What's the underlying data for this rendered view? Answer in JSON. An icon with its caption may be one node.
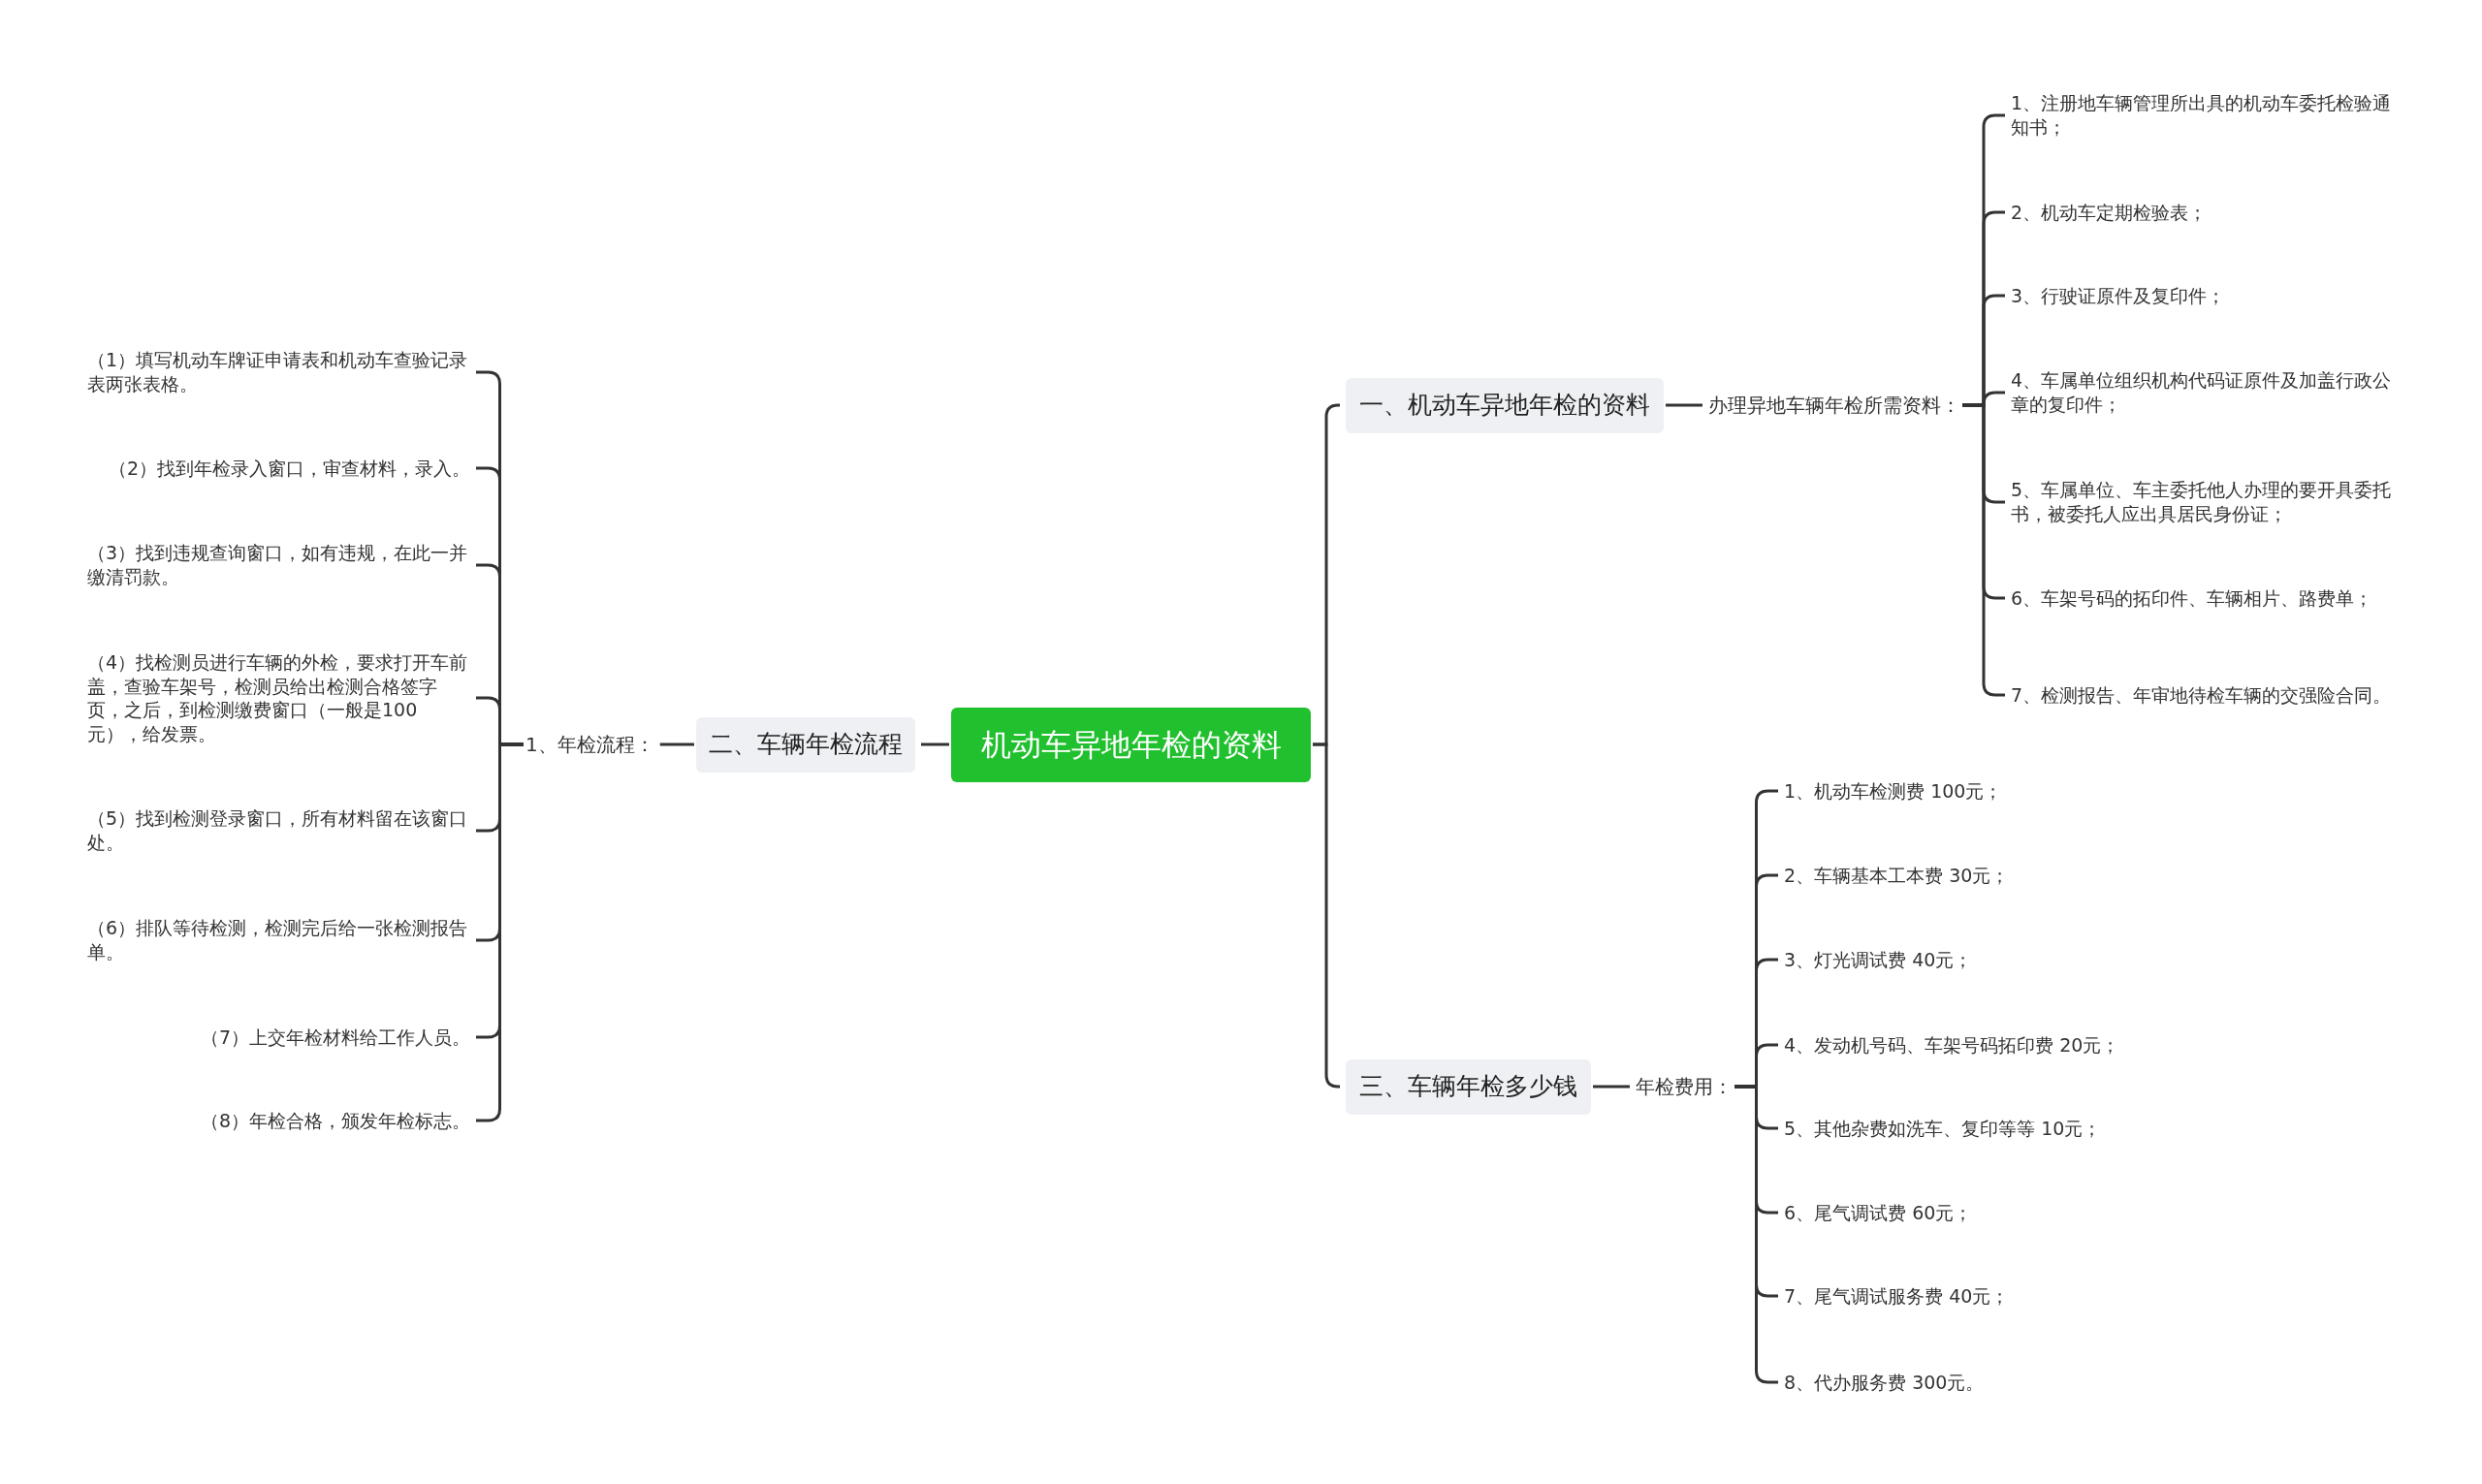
{
  "diagram": {
    "nodes": [
      {
        "text": [
          "机动车异地年检的资料"
        ]
      },
      {
        "text": [
          "一、机动车异地年检的资料"
        ]
      },
      {
        "text": [
          "办理异地车辆年检所需资料："
        ]
      },
      {
        "text": [
          "1、注册地车辆管理所出具的机动车委托检验通知书；"
        ]
      },
      {
        "text": [
          "2、机动车定期检验表；"
        ]
      },
      {
        "text": [
          "3、行驶证原件及复印件；"
        ]
      },
      {
        "text": [
          "4、车属单位组织机构代码证原件及加盖行政公章的复印件；"
        ]
      },
      {
        "text": [
          "5、车属单位、车主委托他人办理的要开具委托书，被委托人应出具居民身份证；"
        ]
      },
      {
        "text": [
          "6、车架号码的拓印件、车辆相片、路费单；"
        ]
      },
      {
        "text": [
          "7、检测报告、年审地待检车辆的交强险合同。"
        ]
      },
      {
        "text": [
          "三、车辆年检多少钱"
        ]
      },
      {
        "text": [
          "年检费用："
        ]
      },
      {
        "text": [
          "1、机动车检测费 100元；"
        ]
      },
      {
        "text": [
          "2、车辆基本工本费 30元；"
        ]
      },
      {
        "text": [
          "3、灯光调试费 40元；"
        ]
      },
      {
        "text": [
          "4、发动机号码、车架号码拓印费 20元；"
        ]
      },
      {
        "text": [
          "5、其他杂费如洗车、复印等等 10元；"
        ]
      },
      {
        "text": [
          "6、尾气调试费 60元；"
        ]
      },
      {
        "text": [
          "7、尾气调试服务费 40元；"
        ]
      },
      {
        "text": [
          "8、代办服务费 300元。"
        ]
      },
      {
        "text": [
          "二、车辆年检流程"
        ]
      },
      {
        "text": [
          "1、年检流程："
        ]
      },
      {
        "text": [
          "（1）填写机动车牌证申请表和机动车查验记录表两张表格。"
        ]
      },
      {
        "text": [
          "（2）找到年检录入窗口，审查材料，录入。"
        ]
      },
      {
        "text": [
          "（3）找到违规查询窗口，如有违规，在此一并缴清罚款。"
        ]
      },
      {
        "text": [
          "（4）找检测员进行车辆的外检，要求打开车前盖，查验车架号，检测员给出检测合格签字页，之后，到检测缴费窗口（一般是100元），给发票。"
        ]
      },
      {
        "text": [
          "（5）找到检测登录窗口，所有材料留在该窗口处。"
        ]
      },
      {
        "text": [
          "（6）排队等待检测，检测完后给一张检测报告单。"
        ]
      },
      {
        "text": [
          "（7）上交年检材料给工作人员。"
        ]
      },
      {
        "text": [
          "（8）年检合格，颁发年检标志。"
        ]
      }
    ],
    "edges": [
      {
        "from": 0,
        "to": 1,
        "arrow": "none"
      },
      {
        "from": 1,
        "to": 2,
        "arrow": "none"
      },
      {
        "from": 2,
        "to": 3,
        "arrow": "none"
      },
      {
        "from": 2,
        "to": 4,
        "arrow": "none"
      },
      {
        "from": 2,
        "to": 5,
        "arrow": "none"
      },
      {
        "from": 2,
        "to": 6,
        "arrow": "none"
      },
      {
        "from": 2,
        "to": 7,
        "arrow": "none"
      },
      {
        "from": 2,
        "to": 8,
        "arrow": "none"
      },
      {
        "from": 2,
        "to": 9,
        "arrow": "none"
      },
      {
        "from": 0,
        "to": 10,
        "arrow": "none"
      },
      {
        "from": 10,
        "to": 11,
        "arrow": "none"
      },
      {
        "from": 11,
        "to": 12,
        "arrow": "none"
      },
      {
        "from": 11,
        "to": 13,
        "arrow": "none"
      },
      {
        "from": 11,
        "to": 14,
        "arrow": "none"
      },
      {
        "from": 11,
        "to": 15,
        "arrow": "none"
      },
      {
        "from": 11,
        "to": 16,
        "arrow": "none"
      },
      {
        "from": 11,
        "to": 17,
        "arrow": "none"
      },
      {
        "from": 11,
        "to": 18,
        "arrow": "none"
      },
      {
        "from": 11,
        "to": 19,
        "arrow": "none"
      },
      {
        "from": 0,
        "to": 20,
        "arrow": "none"
      },
      {
        "from": 20,
        "to": 21,
        "arrow": "none"
      },
      {
        "from": 21,
        "to": 22,
        "arrow": "none"
      },
      {
        "from": 21,
        "to": 23,
        "arrow": "none"
      },
      {
        "from": 21,
        "to": 24,
        "arrow": "none"
      },
      {
        "from": 21,
        "to": 25,
        "arrow": "none"
      },
      {
        "from": 21,
        "to": 26,
        "arrow": "none"
      },
      {
        "from": 21,
        "to": 27,
        "arrow": "none"
      },
      {
        "from": 21,
        "to": 28,
        "arrow": "none"
      },
      {
        "from": 21,
        "to": 29,
        "arrow": "none"
      }
    ]
  }
}
